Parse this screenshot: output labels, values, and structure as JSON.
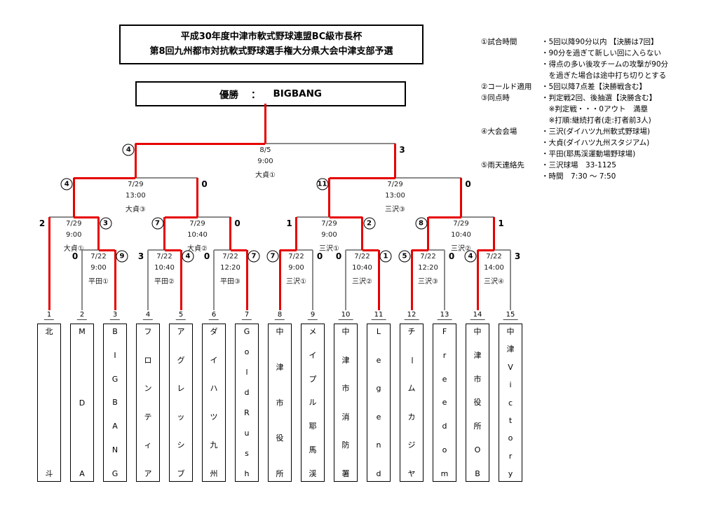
{
  "title": {
    "line1": "平成30年度中津市軟式野球連盟BC級市長杯",
    "line2": "第8回九州都市対抗軟式野球選手権大分県大会中津支部予選"
  },
  "champion": {
    "label": "優勝",
    "separator": "：",
    "team": "BIGBANG"
  },
  "colors": {
    "winner_path": "#e60000",
    "bracket_line": "#8a8a8a"
  },
  "teams": [
    {
      "num": "1",
      "name": "北斗"
    },
    {
      "num": "2",
      "name": "MDA"
    },
    {
      "num": "3",
      "name": "BIGBANG"
    },
    {
      "num": "4",
      "name": "フロンティア"
    },
    {
      "num": "5",
      "name": "アグレッシブ"
    },
    {
      "num": "6",
      "name": "ダイハツ九州"
    },
    {
      "num": "7",
      "name": "GoldRush"
    },
    {
      "num": "8",
      "name": "中津市役所"
    },
    {
      "num": "9",
      "name": "メイプル耶馬渓"
    },
    {
      "num": "10",
      "name": "中津市消防署"
    },
    {
      "num": "11",
      "name": "Legend"
    },
    {
      "num": "12",
      "name": "チームカジヤ"
    },
    {
      "num": "13",
      "name": "Freedom"
    },
    {
      "num": "14",
      "name": "中津市役所OB"
    },
    {
      "num": "15",
      "name": "中津Victory"
    }
  ],
  "matches": [
    {
      "id": "R1-1",
      "round": "round1",
      "date": "7/22",
      "time": "9:00",
      "venue": "平田①",
      "left_score": "0",
      "right_score": "9",
      "left_circled": false,
      "right_circled": true,
      "winner": "right"
    },
    {
      "id": "R1-2",
      "round": "round1",
      "date": "7/22",
      "time": "10:40",
      "venue": "平田②",
      "left_score": "3",
      "right_score": "4",
      "left_circled": false,
      "right_circled": true,
      "winner": "right"
    },
    {
      "id": "R1-3",
      "round": "round1",
      "date": "7/22",
      "time": "12:20",
      "venue": "平田③",
      "left_score": "0",
      "right_score": "7",
      "left_circled": false,
      "right_circled": true,
      "winner": "right"
    },
    {
      "id": "R1-4",
      "round": "round1",
      "date": "7/22",
      "time": "9:00",
      "venue": "三沢①",
      "left_score": "7",
      "right_score": "0",
      "left_circled": true,
      "right_circled": false,
      "winner": "left"
    },
    {
      "id": "R1-5",
      "round": "round1",
      "date": "7/22",
      "time": "10:40",
      "venue": "三沢②",
      "left_score": "0",
      "right_score": "1",
      "left_circled": false,
      "right_circled": true,
      "winner": "right"
    },
    {
      "id": "R1-6",
      "round": "round1",
      "date": "7/22",
      "time": "12:20",
      "venue": "三沢③",
      "left_score": "5",
      "right_score": "0",
      "left_circled": true,
      "right_circled": false,
      "winner": "left"
    },
    {
      "id": "R1-7",
      "round": "round1",
      "date": "7/22",
      "time": "14:00",
      "venue": "三沢④",
      "left_score": "4",
      "right_score": "3",
      "left_circled": true,
      "right_circled": false,
      "winner": "left"
    },
    {
      "id": "QF1",
      "round": "qf",
      "date": "7/29",
      "time": "9:00",
      "venue": "大貞①",
      "left_score": "2",
      "right_score": "3",
      "left_circled": false,
      "right_circled": true,
      "winner": "right"
    },
    {
      "id": "QF2",
      "round": "qf",
      "date": "7/29",
      "time": "10:40",
      "venue": "大貞②",
      "left_score": "7",
      "right_score": "0",
      "left_circled": true,
      "right_circled": false,
      "winner": "left"
    },
    {
      "id": "QF3",
      "round": "qf",
      "date": "7/29",
      "time": "9:00",
      "venue": "三沢①",
      "left_score": "1",
      "right_score": "2",
      "left_circled": false,
      "right_circled": true,
      "winner": "right"
    },
    {
      "id": "QF4",
      "round": "qf",
      "date": "7/29",
      "time": "10:40",
      "venue": "三沢②",
      "left_score": "8",
      "right_score": "1",
      "left_circled": true,
      "right_circled": false,
      "winner": "left"
    },
    {
      "id": "SF1",
      "round": "sf",
      "date": "7/29",
      "time": "13:00",
      "venue": "大貞③",
      "left_score": "4",
      "right_score": "0",
      "left_circled": true,
      "right_circled": false,
      "winner": "left"
    },
    {
      "id": "SF2",
      "round": "sf",
      "date": "7/29",
      "time": "13:00",
      "venue": "三沢③",
      "left_score": "11",
      "right_score": "0",
      "left_circled": true,
      "right_circled": false,
      "winner": "left"
    },
    {
      "id": "F",
      "round": "final",
      "date": "8/5",
      "time": "9:00",
      "venue": "大貞①",
      "left_score": "4",
      "right_score": "3",
      "left_circled": true,
      "right_circled": false,
      "winner": "left"
    }
  ],
  "rules": [
    {
      "heading": "①試合時間",
      "lines": [
        "・5回以降90分以内 【決勝は7回】",
        "・90分を過ぎて新しい回に入らない",
        "・得点の多い後攻チームの攻撃が90分",
        "　を過ぎた場合は途中打ち切りとする"
      ]
    },
    {
      "heading": "②コールド適用",
      "lines": [
        "・5回以降7点差【決勝戦含む】"
      ]
    },
    {
      "heading": "③同点時",
      "lines": [
        "・判定戦2回、後抽選【決勝含む】",
        "　※判定戦・・・0アウト　満塁",
        "　※打順:継続打者(走:打者前3人)"
      ]
    },
    {
      "heading": "④大会会場",
      "lines": [
        "・三沢(ダイハツ九州軟式野球場)",
        "・大貞(ダイハツ九州スタジアム)",
        "・平田(耶馬渓運動場野球場)"
      ]
    },
    {
      "heading": "⑤雨天連絡先",
      "lines": [
        "・三沢球場　33-1125",
        "・時間　7:30 ～ 7:50"
      ]
    }
  ]
}
